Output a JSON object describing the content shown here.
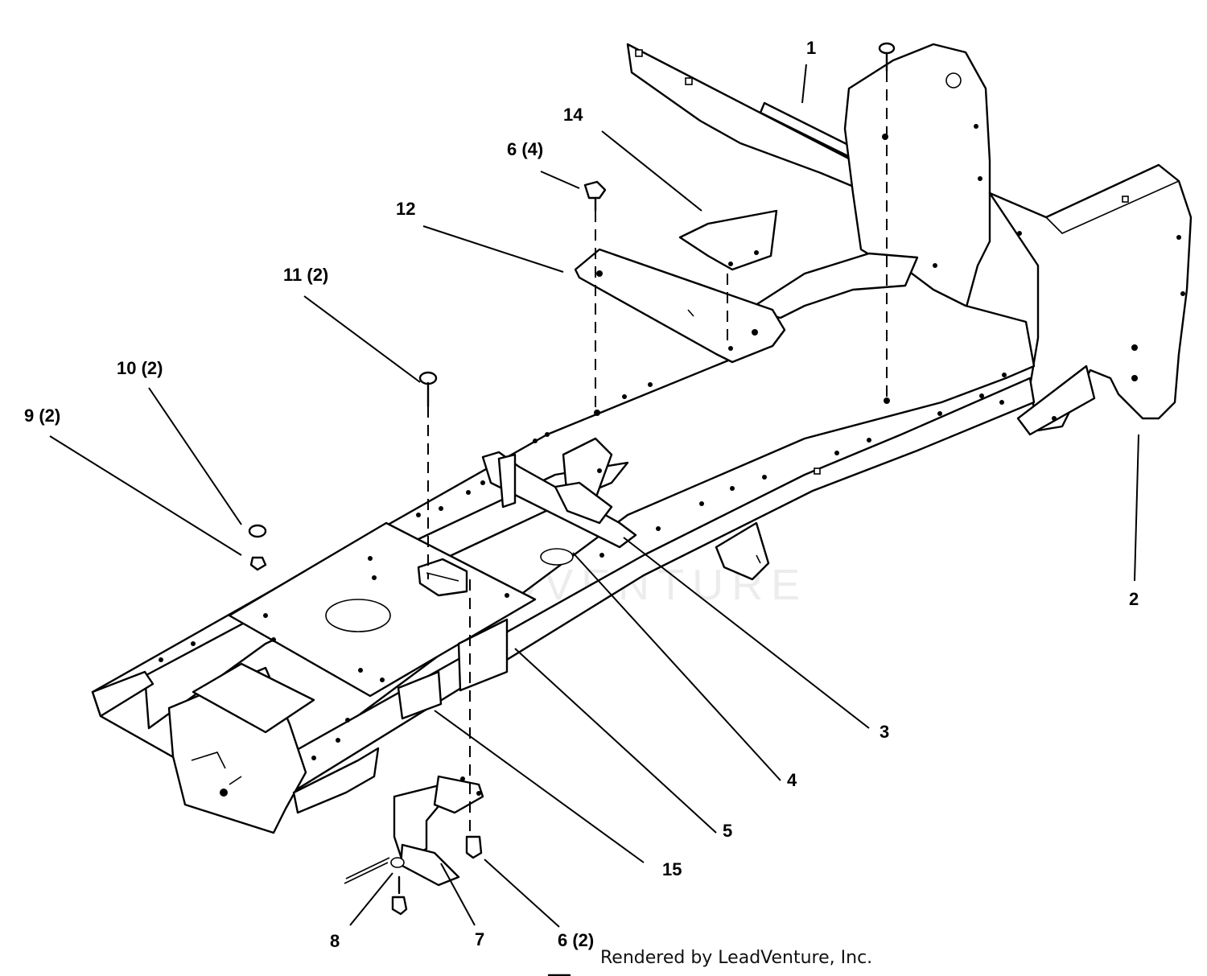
{
  "diagram": {
    "callouts": [
      "1",
      "2",
      "3",
      "4",
      "5",
      "6 (4)",
      "6 (2)",
      "7",
      "8",
      "9 (2)",
      "10 (2)",
      "11 (2)",
      "12",
      "14",
      "15"
    ]
  },
  "watermark": "LEADVENTURE",
  "footer": {
    "text": "Rendered by LeadVenture, Inc."
  }
}
